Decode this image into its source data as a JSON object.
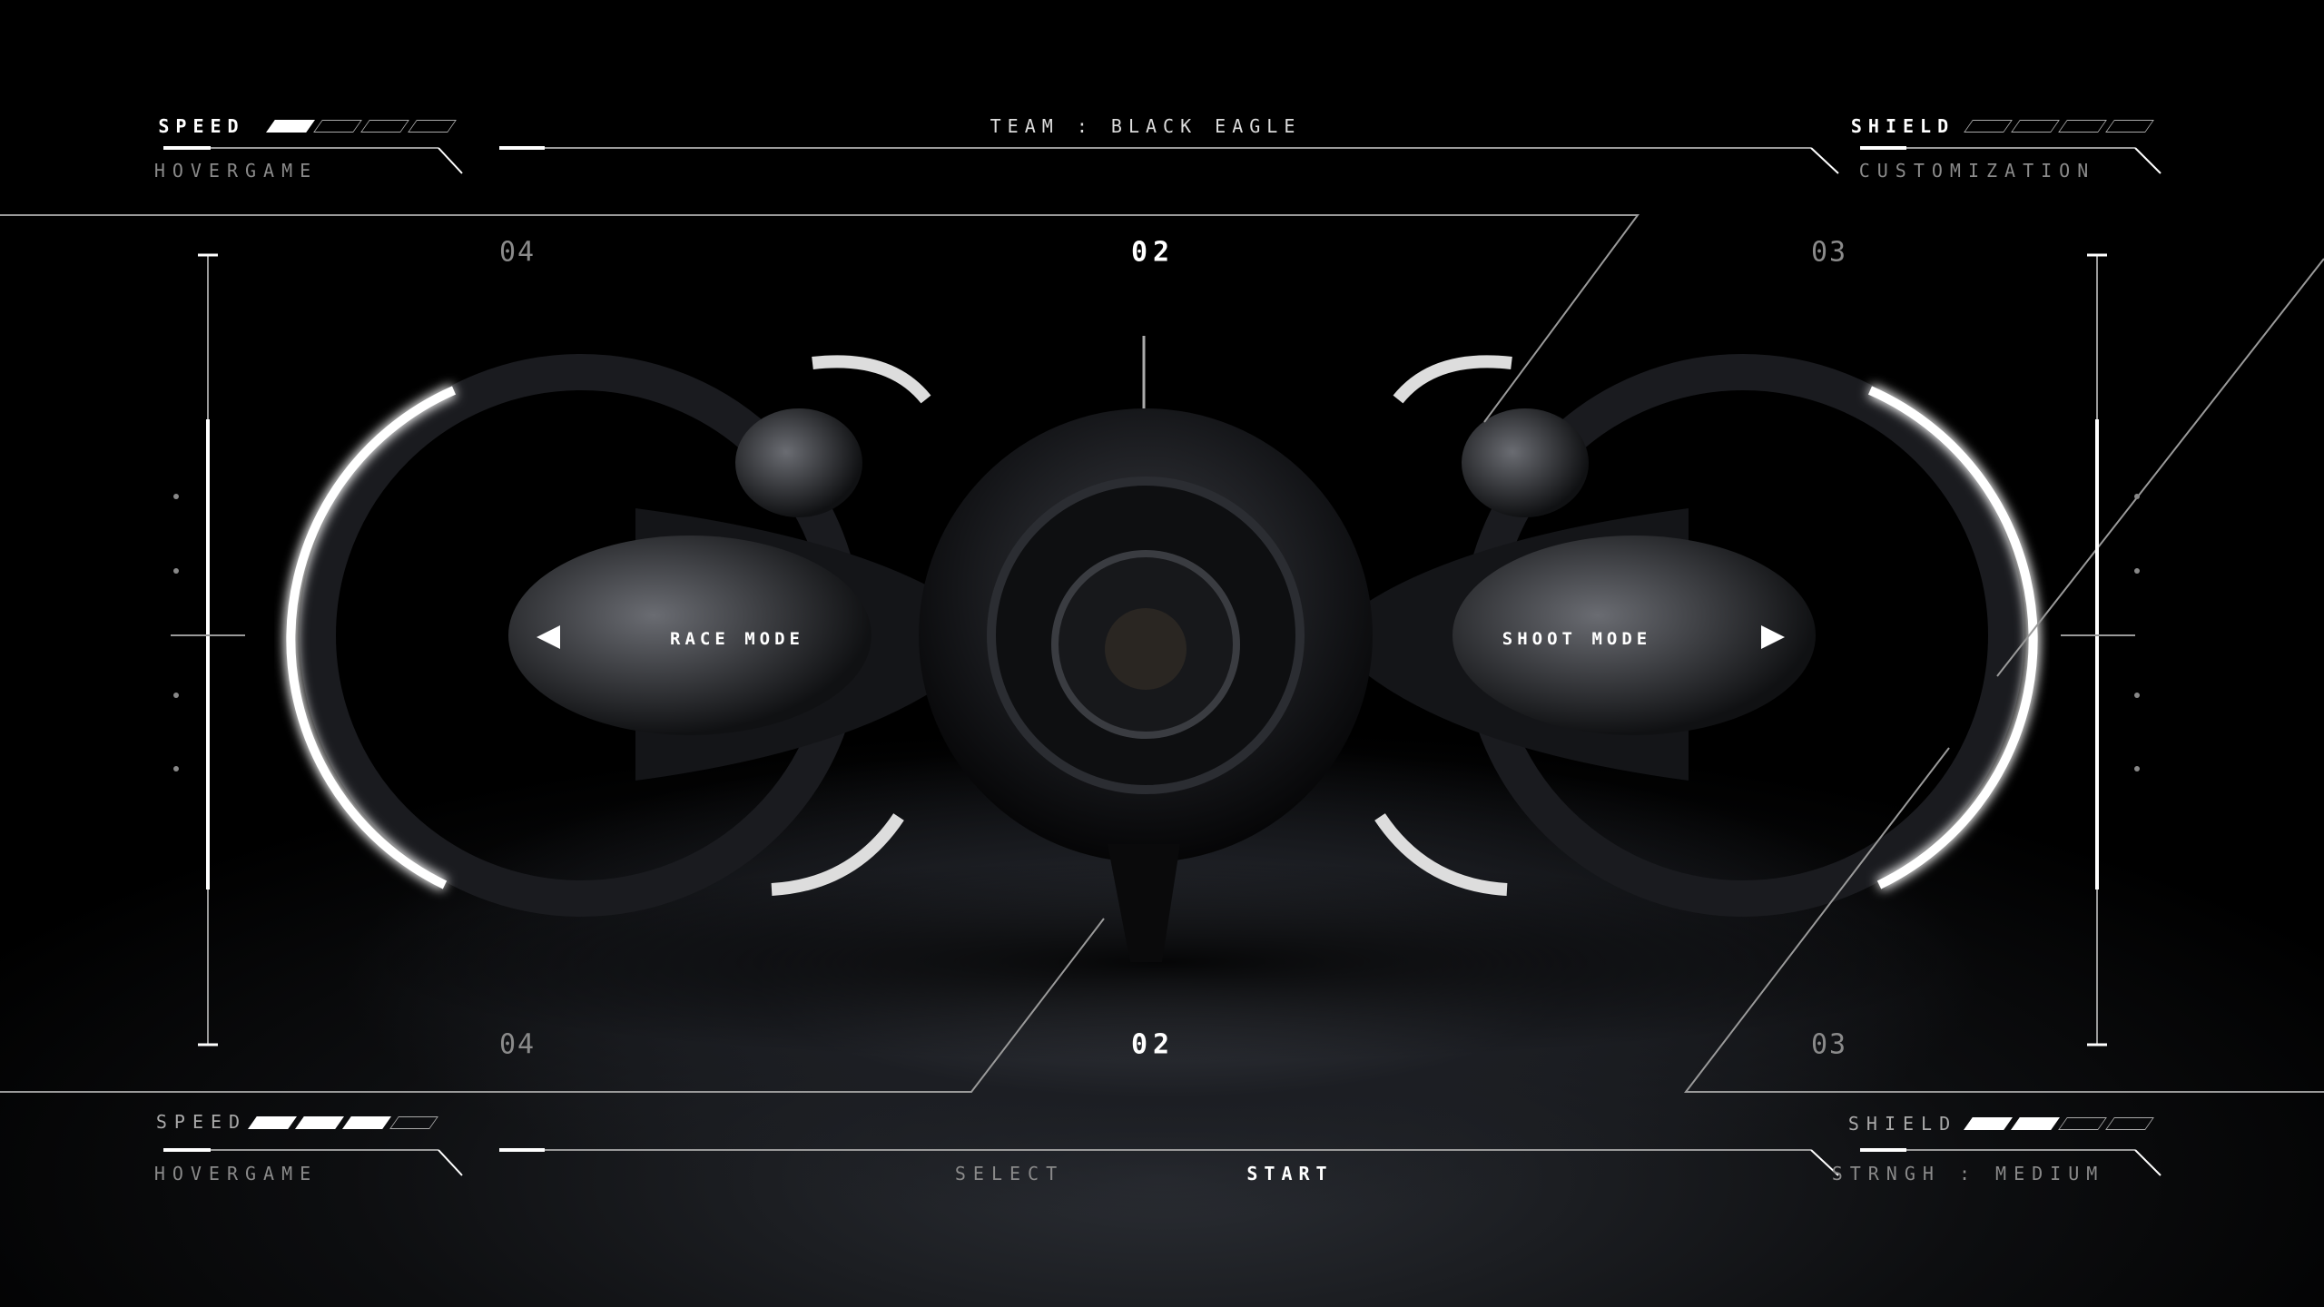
{
  "hud": {
    "top_left": {
      "label": "SPEED",
      "sub": "HOVERGAME",
      "level": 1,
      "max": 4
    },
    "top_center": {
      "team": "TEAM : BLACK EAGLE"
    },
    "top_right": {
      "label": "SHIELD",
      "sub": "CUSTOMIZATION",
      "level": 0,
      "max": 4
    },
    "bottom_left": {
      "label": "SPEED",
      "sub": "HOVERGAME",
      "level": 3,
      "max": 4
    },
    "bottom_right": {
      "label": "SHIELD",
      "sub": "STRNGH : MEDIUM",
      "level": 2,
      "max": 4
    },
    "bottom_center": {
      "select": "SELECT",
      "start": "START"
    }
  },
  "numbers": {
    "top_left": "04",
    "top_center": "02",
    "top_right": "03",
    "bottom_left": "04",
    "bottom_center": "02",
    "bottom_right": "03"
  },
  "modes": {
    "left": "RACE MODE",
    "right": "SHOOT MODE"
  },
  "colors": {
    "accent": "#ffffff",
    "dim": "#8a8a8a"
  }
}
